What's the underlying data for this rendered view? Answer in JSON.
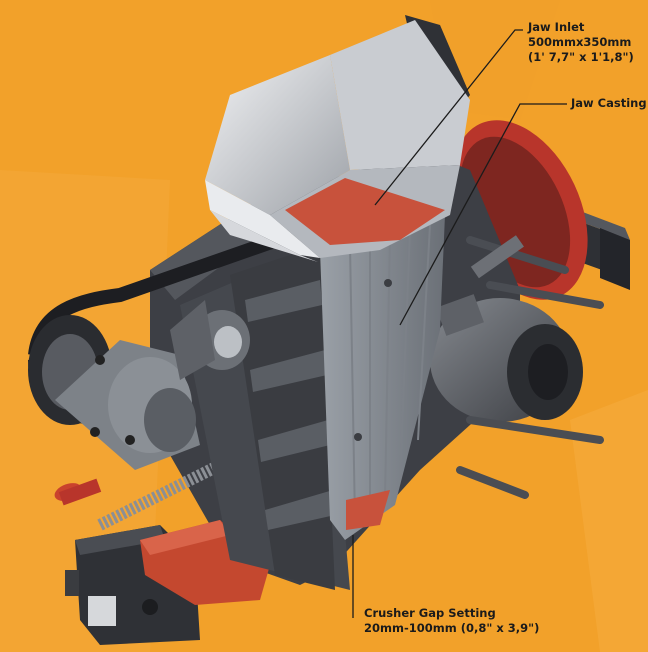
{
  "callouts": {
    "jaw_inlet": {
      "line1": "Jaw Inlet",
      "line2": "500mmx350mm",
      "line3": "(1' 7,7\" x 1'1,8\")"
    },
    "jaw_casting": {
      "line1": "Jaw Casting"
    },
    "crusher_gap": {
      "line1": "Crusher Gap Setting",
      "line2": "20mm-100mm (0,8\" x 3,9\")"
    }
  },
  "colors": {
    "background": "#f2a12a",
    "steel_dark": "#3d3f45",
    "steel_mid": "#8e939a",
    "hopper_light": "#e4e6ea",
    "highlight_red": "#c8523c",
    "flywheel_red": "#b8352b"
  }
}
